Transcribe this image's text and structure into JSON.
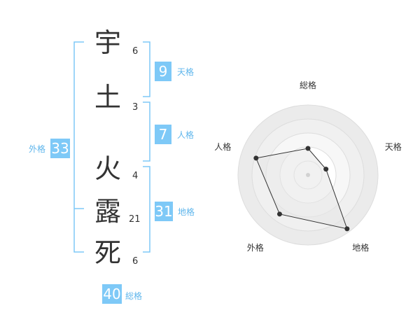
{
  "name": {
    "characters": [
      {
        "char": "宇",
        "strokes": "6"
      },
      {
        "char": "土",
        "strokes": "3"
      },
      {
        "char": "火",
        "strokes": "4"
      },
      {
        "char": "露",
        "strokes": "21"
      },
      {
        "char": "死",
        "strokes": "6"
      }
    ]
  },
  "grids": {
    "tenkaku": {
      "value": "9",
      "label": "天格"
    },
    "jinkaku": {
      "value": "7",
      "label": "人格"
    },
    "chikaku": {
      "value": "31",
      "label": "地格"
    },
    "gaikaku": {
      "value": "33",
      "label": "外格"
    },
    "soukaku": {
      "value": "40",
      "label": "総格"
    }
  },
  "colors": {
    "accent": "#7ec9f7",
    "accent_text": "#5fb6ec",
    "bracket": "#7ec9f7",
    "ink": "#333333"
  },
  "chart_data": {
    "type": "radar",
    "axes": [
      "総格",
      "天格",
      "地格",
      "外格",
      "人格"
    ],
    "values": [
      0.38,
      0.27,
      0.95,
      0.69,
      0.78
    ],
    "rings": 5,
    "grid": true,
    "fill": "#f0f0f0",
    "ring_fills": [
      "#ffffff",
      "#ffffff",
      "#f7f7f7",
      "#f0f0f0",
      "#ebebeb"
    ]
  }
}
